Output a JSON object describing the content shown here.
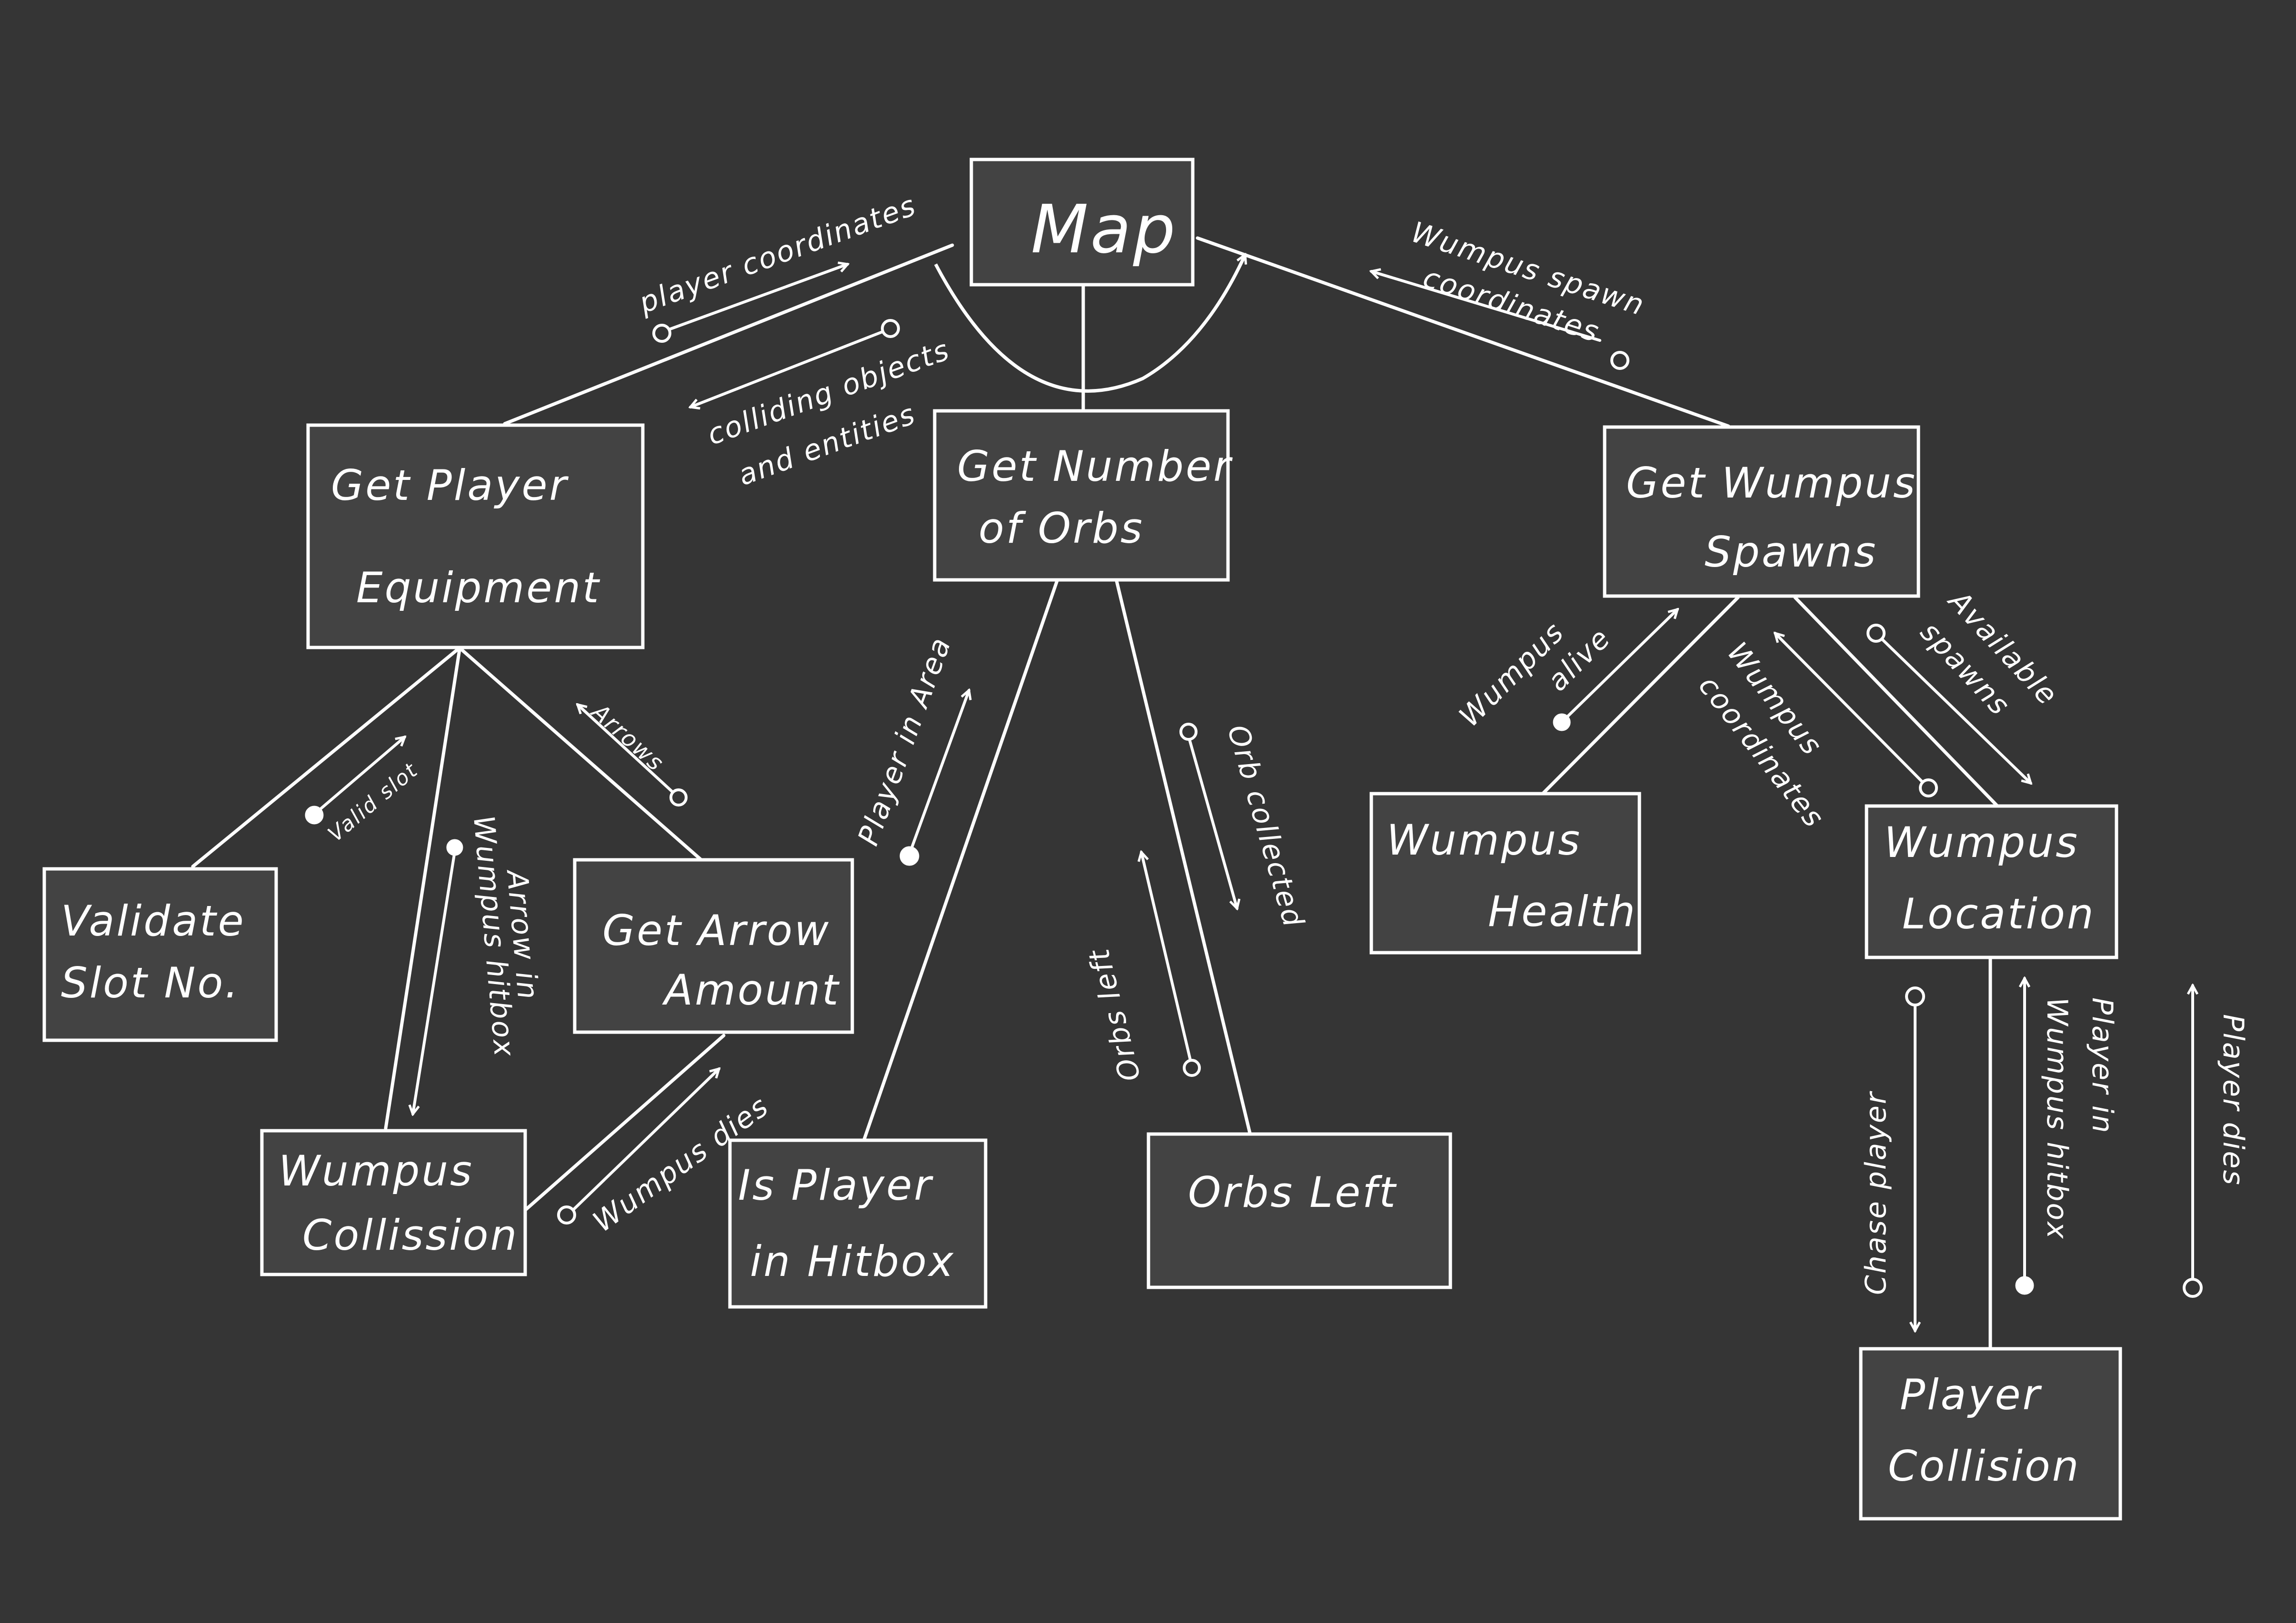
{
  "colors": {
    "background": "#353535",
    "box_fill": "#434343",
    "ink": "#ffffff"
  },
  "nodes": {
    "map": {
      "lines": [
        "Map"
      ]
    },
    "get_player_equipment": {
      "lines": [
        "Get Player",
        "Equipment"
      ]
    },
    "get_number_of_orbs": {
      "lines": [
        "Get Number",
        "of Orbs"
      ]
    },
    "get_wumpus_spawns": {
      "lines": [
        "Get Wumpus",
        "Spawns"
      ]
    },
    "validate_slot_no": {
      "lines": [
        "Validate",
        "Slot No."
      ]
    },
    "get_arrow_amount": {
      "lines": [
        "Get Arrow",
        "Amount"
      ]
    },
    "wumpus_collission": {
      "lines": [
        "Wumpus",
        "Collission"
      ]
    },
    "is_player_in_hitbox": {
      "lines": [
        "Is Player",
        "in Hitbox"
      ]
    },
    "orbs_left": {
      "lines": [
        "Orbs Left"
      ]
    },
    "wumpus_health": {
      "lines": [
        "Wumpus",
        "Health"
      ]
    },
    "wumpus_location": {
      "lines": [
        "Wumpus",
        "Location"
      ]
    },
    "player_collision": {
      "lines": [
        "Player",
        "Collision"
      ]
    }
  },
  "flows": {
    "player_coordinates": {
      "label": "player coordinates",
      "kind": "data"
    },
    "colliding_objects": {
      "lines": [
        "colliding objects",
        "and entities"
      ],
      "kind": "data"
    },
    "wumpus_spawn_coordinates": {
      "lines": [
        "Wumpus spawn",
        "coordinates"
      ],
      "kind": "data"
    },
    "valid_slot": {
      "label": "Valid slot",
      "kind": "control"
    },
    "arrows": {
      "label": "Arrows",
      "kind": "data"
    },
    "arrow_in_wumpus_hitbox": {
      "lines": [
        "Arrow in",
        "Wumpus hitbox"
      ],
      "kind": "control"
    },
    "wumpus_dies": {
      "label": "Wumpus dies",
      "kind": "data"
    },
    "player_in_area": {
      "label": "Player in Area",
      "kind": "control"
    },
    "orb_collected": {
      "label": "Orb collected",
      "kind": "data"
    },
    "orbs_left": {
      "label": "Orbs left",
      "kind": "data"
    },
    "wumpus_alive": {
      "lines": [
        "Wumpus",
        "alive"
      ],
      "kind": "control"
    },
    "wumpus_coordinates": {
      "lines": [
        "Wumpus",
        "coordinates"
      ],
      "kind": "data"
    },
    "available_spawns": {
      "lines": [
        "Available",
        "spawns"
      ],
      "kind": "data"
    },
    "chase_player": {
      "label": "Chase player",
      "kind": "data"
    },
    "player_in_wumpus_hitbox": {
      "lines": [
        "Player in",
        "Wumpus hitbox"
      ],
      "kind": "control"
    },
    "player_dies": {
      "label": "Player dies",
      "kind": "data"
    }
  }
}
